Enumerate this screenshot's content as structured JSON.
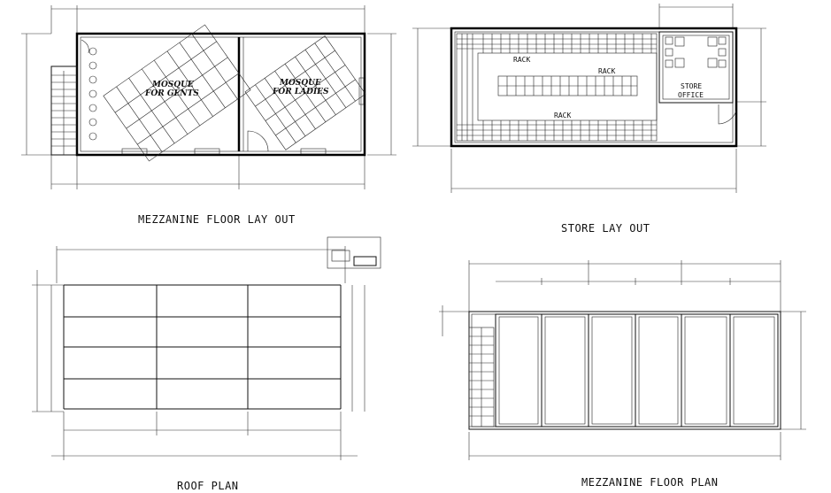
{
  "titles": {
    "mezzanine_layout": "MEZZANINE FLOOR LAY OUT",
    "store_layout": "STORE LAY OUT",
    "roof_plan": "ROOF PLAN",
    "mezzanine_plan": "MEZZANINE FLOOR PLAN"
  },
  "mezzanine_rooms": {
    "mosque_gents": "MOSQUE\nFOR GENTS",
    "mosque_ladies": "MOSQUE\nFOR LADIES"
  },
  "store_labels": {
    "rack_top": "RACK",
    "rack_mid": "RACK",
    "rack_bottom": "RACK",
    "office": "STORE\nOFFICE"
  },
  "colors": {
    "line": "#111111",
    "background": "#ffffff"
  }
}
